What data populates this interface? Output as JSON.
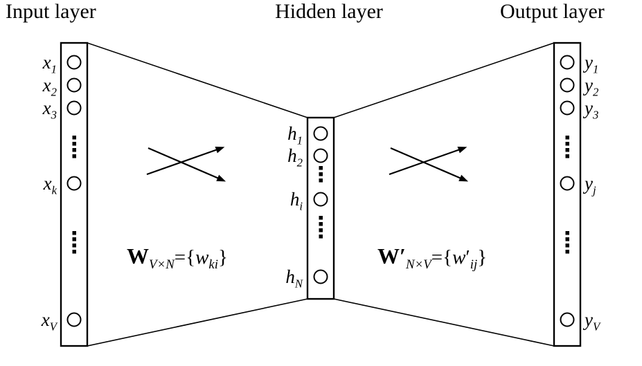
{
  "background_color": "#ffffff",
  "stroke_color": "#000000",
  "titles": {
    "input": "Input layer",
    "hidden": "Hidden layer",
    "output": "Output layer"
  },
  "nodes": {
    "input": [
      {
        "b": "x",
        "s": "1"
      },
      {
        "b": "x",
        "s": "2"
      },
      {
        "b": "x",
        "s": "3"
      },
      {
        "b": "x",
        "s": "k"
      },
      {
        "b": "x",
        "s": "V"
      }
    ],
    "hidden": [
      {
        "b": "h",
        "s": "1"
      },
      {
        "b": "h",
        "s": "2"
      },
      {
        "b": "h",
        "s": "i"
      },
      {
        "b": "h",
        "s": "N"
      }
    ],
    "output": [
      {
        "b": "y",
        "s": "1"
      },
      {
        "b": "y",
        "s": "2"
      },
      {
        "b": "y",
        "s": "3"
      },
      {
        "b": "y",
        "s": "j"
      },
      {
        "b": "y",
        "s": "V"
      }
    ]
  },
  "weights": {
    "input_hidden": {
      "matrix": "W",
      "matrix_prime": "",
      "dims": "V×N",
      "eq": "={",
      "elem": "w",
      "elem_prime": "",
      "elem_sub": "ki",
      "close": "}"
    },
    "hidden_output": {
      "matrix": "W",
      "matrix_prime": "′",
      "dims": "N×V",
      "eq": "={",
      "elem": "w",
      "elem_prime": "′",
      "elem_sub": "ij",
      "close": "}"
    }
  }
}
